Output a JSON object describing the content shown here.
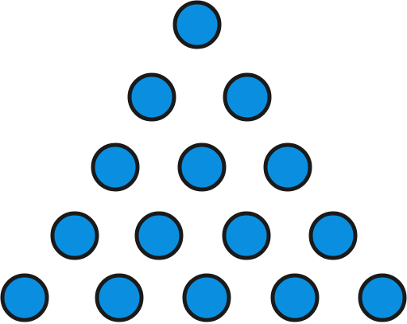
{
  "diagram": {
    "type": "triangular-dot-pattern",
    "rows": [
      1,
      2,
      3,
      4,
      5
    ],
    "total_dots": 15,
    "colors": {
      "fill": "#0a8fe0",
      "stroke": "#1a1a1a",
      "background": "#ffffff"
    }
  }
}
